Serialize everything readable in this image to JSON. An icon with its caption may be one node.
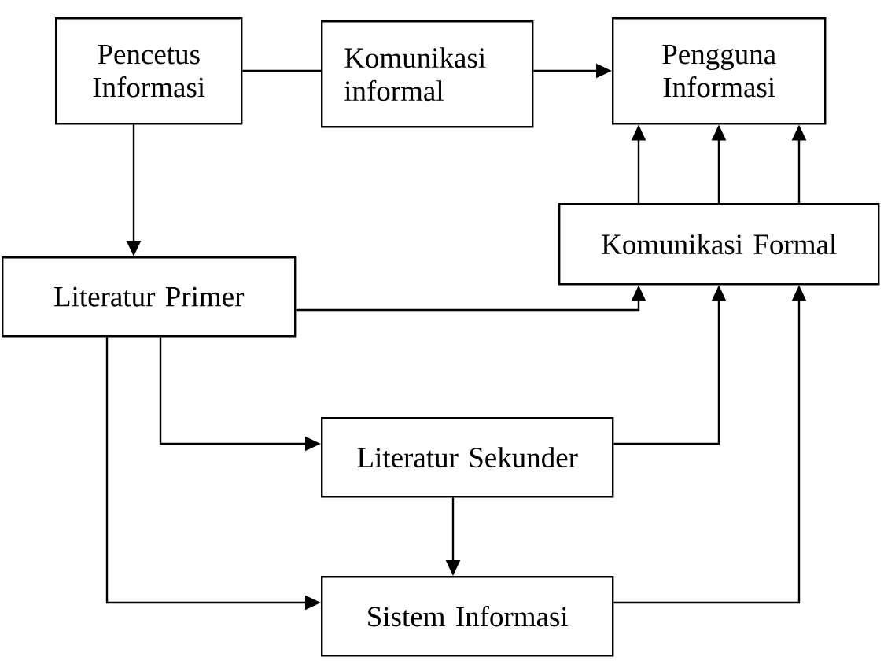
{
  "diagram": {
    "nodes": [
      {
        "text": [
          "Pencetus Informasi"
        ]
      },
      {
        "text": [
          "Komunikasi informal"
        ]
      },
      {
        "text": [
          "Pengguna Informasi"
        ]
      },
      {
        "text": [
          "Komunikasi Formal"
        ]
      },
      {
        "text": [
          "Literatur Primer"
        ]
      },
      {
        "text": [
          "Literatur Sekunder"
        ]
      },
      {
        "text": [
          "Sistem Informasi"
        ]
      }
    ],
    "edges": [
      {
        "from": 0,
        "to": 1,
        "arrow": "none"
      },
      {
        "from": 1,
        "to": 2,
        "arrow": "to"
      },
      {
        "from": 0,
        "to": 4,
        "arrow": "to"
      },
      {
        "from": 3,
        "to": 2,
        "arrow": "to"
      },
      {
        "from": 3,
        "to": 2,
        "arrow": "to"
      },
      {
        "from": 3,
        "to": 2,
        "arrow": "to"
      },
      {
        "from": 4,
        "to": 3,
        "arrow": "to"
      },
      {
        "from": 4,
        "to": 5,
        "arrow": "to"
      },
      {
        "from": 4,
        "to": 6,
        "arrow": "to"
      },
      {
        "from": 5,
        "to": 3,
        "arrow": "to"
      },
      {
        "from": 5,
        "to": 6,
        "arrow": "to"
      },
      {
        "from": 6,
        "to": 3,
        "arrow": "to"
      }
    ]
  }
}
